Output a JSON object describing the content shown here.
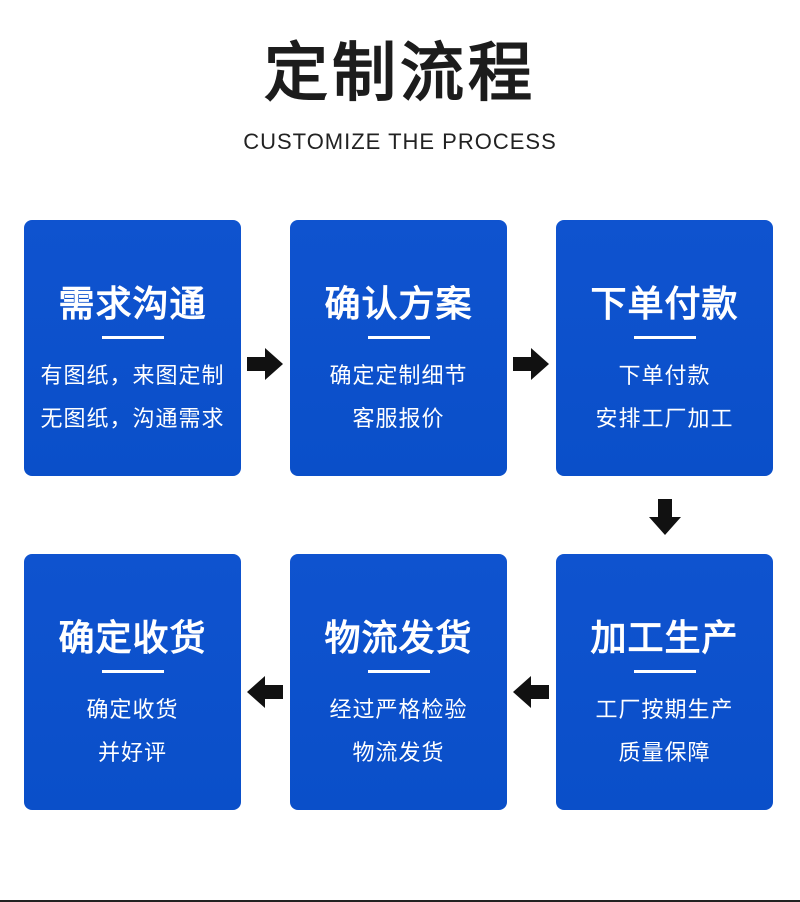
{
  "header": {
    "title": "定制流程",
    "subtitle": "CUSTOMIZE THE PROCESS"
  },
  "steps": [
    {
      "title": "需求沟通",
      "line1": "有图纸，来图定制",
      "line2": "无图纸，沟通需求"
    },
    {
      "title": "确认方案",
      "line1": "确定定制细节",
      "line2": "客服报价"
    },
    {
      "title": "下单付款",
      "line1": "下单付款",
      "line2": "安排工厂加工"
    },
    {
      "title": "加工生产",
      "line1": "工厂按期生产",
      "line2": "质量保障"
    },
    {
      "title": "物流发货",
      "line1": "经过严格检验",
      "line2": "物流发货"
    },
    {
      "title": "确定收货",
      "line1": "确定收货",
      "line2": "并好评"
    }
  ],
  "colors": {
    "card_blue": "#0d51cc",
    "arrow": "#111111",
    "title_text": "#1c1c1c"
  },
  "arrows": [
    "arrow-right-icon",
    "arrow-right-icon",
    "arrow-down-icon",
    "arrow-left-icon",
    "arrow-left-icon"
  ]
}
